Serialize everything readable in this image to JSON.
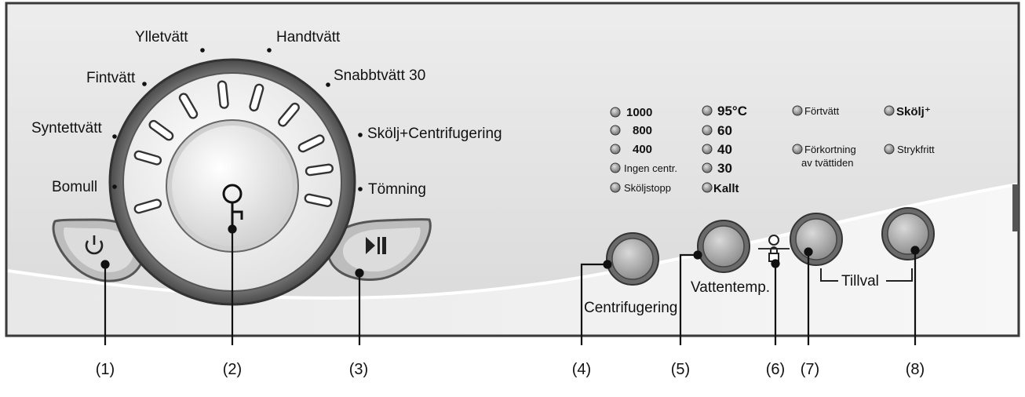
{
  "programs": {
    "bomull": "Bomull",
    "syntettvatt": "Syntettvätt",
    "fintvatt": "Fintvätt",
    "ylletvatt": "Ylletvätt",
    "handtvatt": "Handtvätt",
    "snabbtvatt": "Snabbtvätt 30",
    "skolj_centrifugering": "Skölj+Centrifugering",
    "tomning": "Tömning"
  },
  "spin": {
    "s1000": "1000",
    "s800": "800",
    "s400": "400",
    "ingen": "Ingen centr.",
    "skoljstopp": "Sköljstopp"
  },
  "temp": {
    "t95": "95°C",
    "t60": "60",
    "t40": "40",
    "t30": "30",
    "kallt": "Kallt"
  },
  "options": {
    "forvatt": "Förtvätt",
    "skolj_plus": "Skölj⁺",
    "forkortning_1": "Förkortning",
    "forkortning_2": "av tvättiden",
    "strykfritt": "Strykfritt"
  },
  "buttons": {
    "centrifugering": "Centrifugering",
    "vattentemp": "Vattentemp.",
    "tillval": "Tillval"
  },
  "callouts": [
    "(1)",
    "(2)",
    "(3)",
    "(4)",
    "(5)",
    "(6)",
    "(7)",
    "(8)"
  ]
}
